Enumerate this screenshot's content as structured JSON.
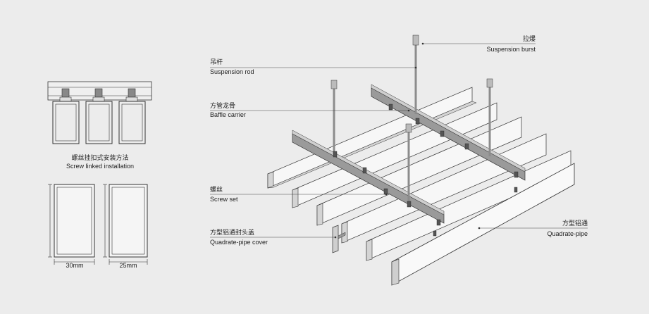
{
  "colors": {
    "background": "#ececec",
    "line": "#333333",
    "baffle_face": "#f7f7f7",
    "baffle_side": "#d4d4d4",
    "carrier": "#9a9a9a",
    "rod": "#8c8c8c"
  },
  "left_panel": {
    "caption_cn": "螺丝挂扣式安装方法",
    "caption_en": "Screw linked installation",
    "dim_30": "30mm",
    "dim_25": "25mm"
  },
  "labels": {
    "suspension_burst": {
      "cn": "拉爆",
      "en": "Suspension burst"
    },
    "suspension_rod": {
      "cn": "吊杆",
      "en": "Suspension rod"
    },
    "baffle_carrier": {
      "cn": "方管龙骨",
      "en": "Baffle carrier"
    },
    "screw_set": {
      "cn": "螺丝",
      "en": "Screw set"
    },
    "quadrate_pipe_cover": {
      "cn": "方型铝通封头盖",
      "en": "Quadrate-pipe cover"
    },
    "quadrate_pipe": {
      "cn": "方型铝通",
      "en": "Quadrate-pipe"
    }
  }
}
